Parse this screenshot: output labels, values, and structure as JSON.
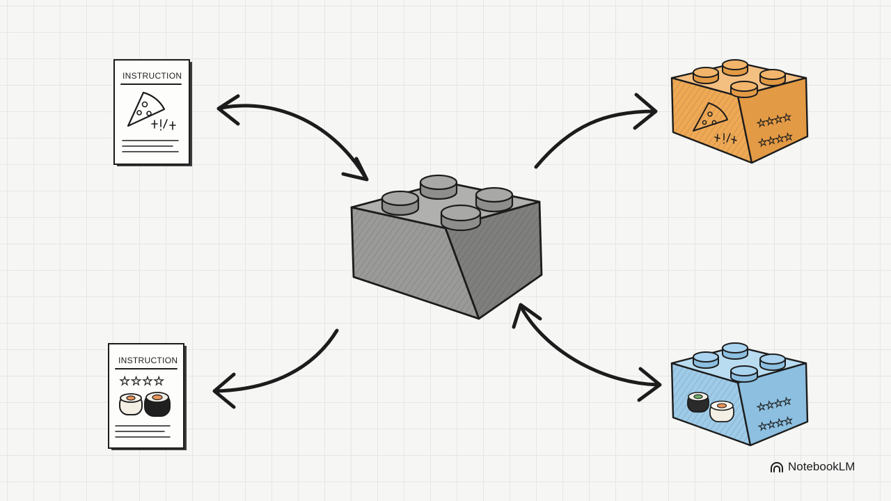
{
  "diagram": {
    "top_left_card": {
      "title": "INSTRUCTION",
      "icon": "pizza-slice-icon",
      "doodle": "+!/+"
    },
    "bottom_left_card": {
      "title": "INSTRUCTION",
      "icon": "sushi-rolls-icon",
      "rating": "★★★★"
    },
    "center_block": {
      "color": "#9a9a9a",
      "icon": "lego-brick-icon"
    },
    "top_right_block": {
      "color": "#efa955",
      "icon": "pizza-slice-icon",
      "doodle": "+!/+",
      "rating": "★★★★"
    },
    "bottom_right_block": {
      "color": "#9ecbe8",
      "icon": "sushi-rolls-icon",
      "rating": "★★★★"
    }
  },
  "watermark": {
    "brand_name": "NotebookLM",
    "icon": "notebooklm-logo-icon"
  }
}
